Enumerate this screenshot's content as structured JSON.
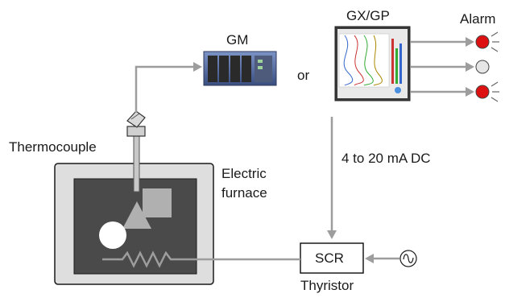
{
  "labels": {
    "gm": "GM",
    "gxgp": "GX/GP",
    "alarm": "Alarm",
    "or": "or",
    "thermocouple": "Thermocouple",
    "electric": "Electric",
    "furnace": "furnace",
    "signal": "4 to 20 mA DC",
    "scr": "SCR",
    "thyristor": "Thyristor"
  },
  "alarms": [
    {
      "state": "on",
      "color": "#dd1111"
    },
    {
      "state": "off",
      "color": "#e6e6e6"
    },
    {
      "state": "on",
      "color": "#dd1111"
    }
  ],
  "icons": [
    "gm-device-icon",
    "gxgp-recorder-icon",
    "alarm-lamp-icon",
    "thermocouple-icon",
    "heater-coil-icon",
    "ac-source-icon"
  ],
  "colors": {
    "line": "#9d9d9d",
    "furnace_outer": "#dedede",
    "furnace_inner": "#4a4a4a",
    "furnace_shapes": "#b0b0b0",
    "alarm_on": "#dd1111"
  }
}
